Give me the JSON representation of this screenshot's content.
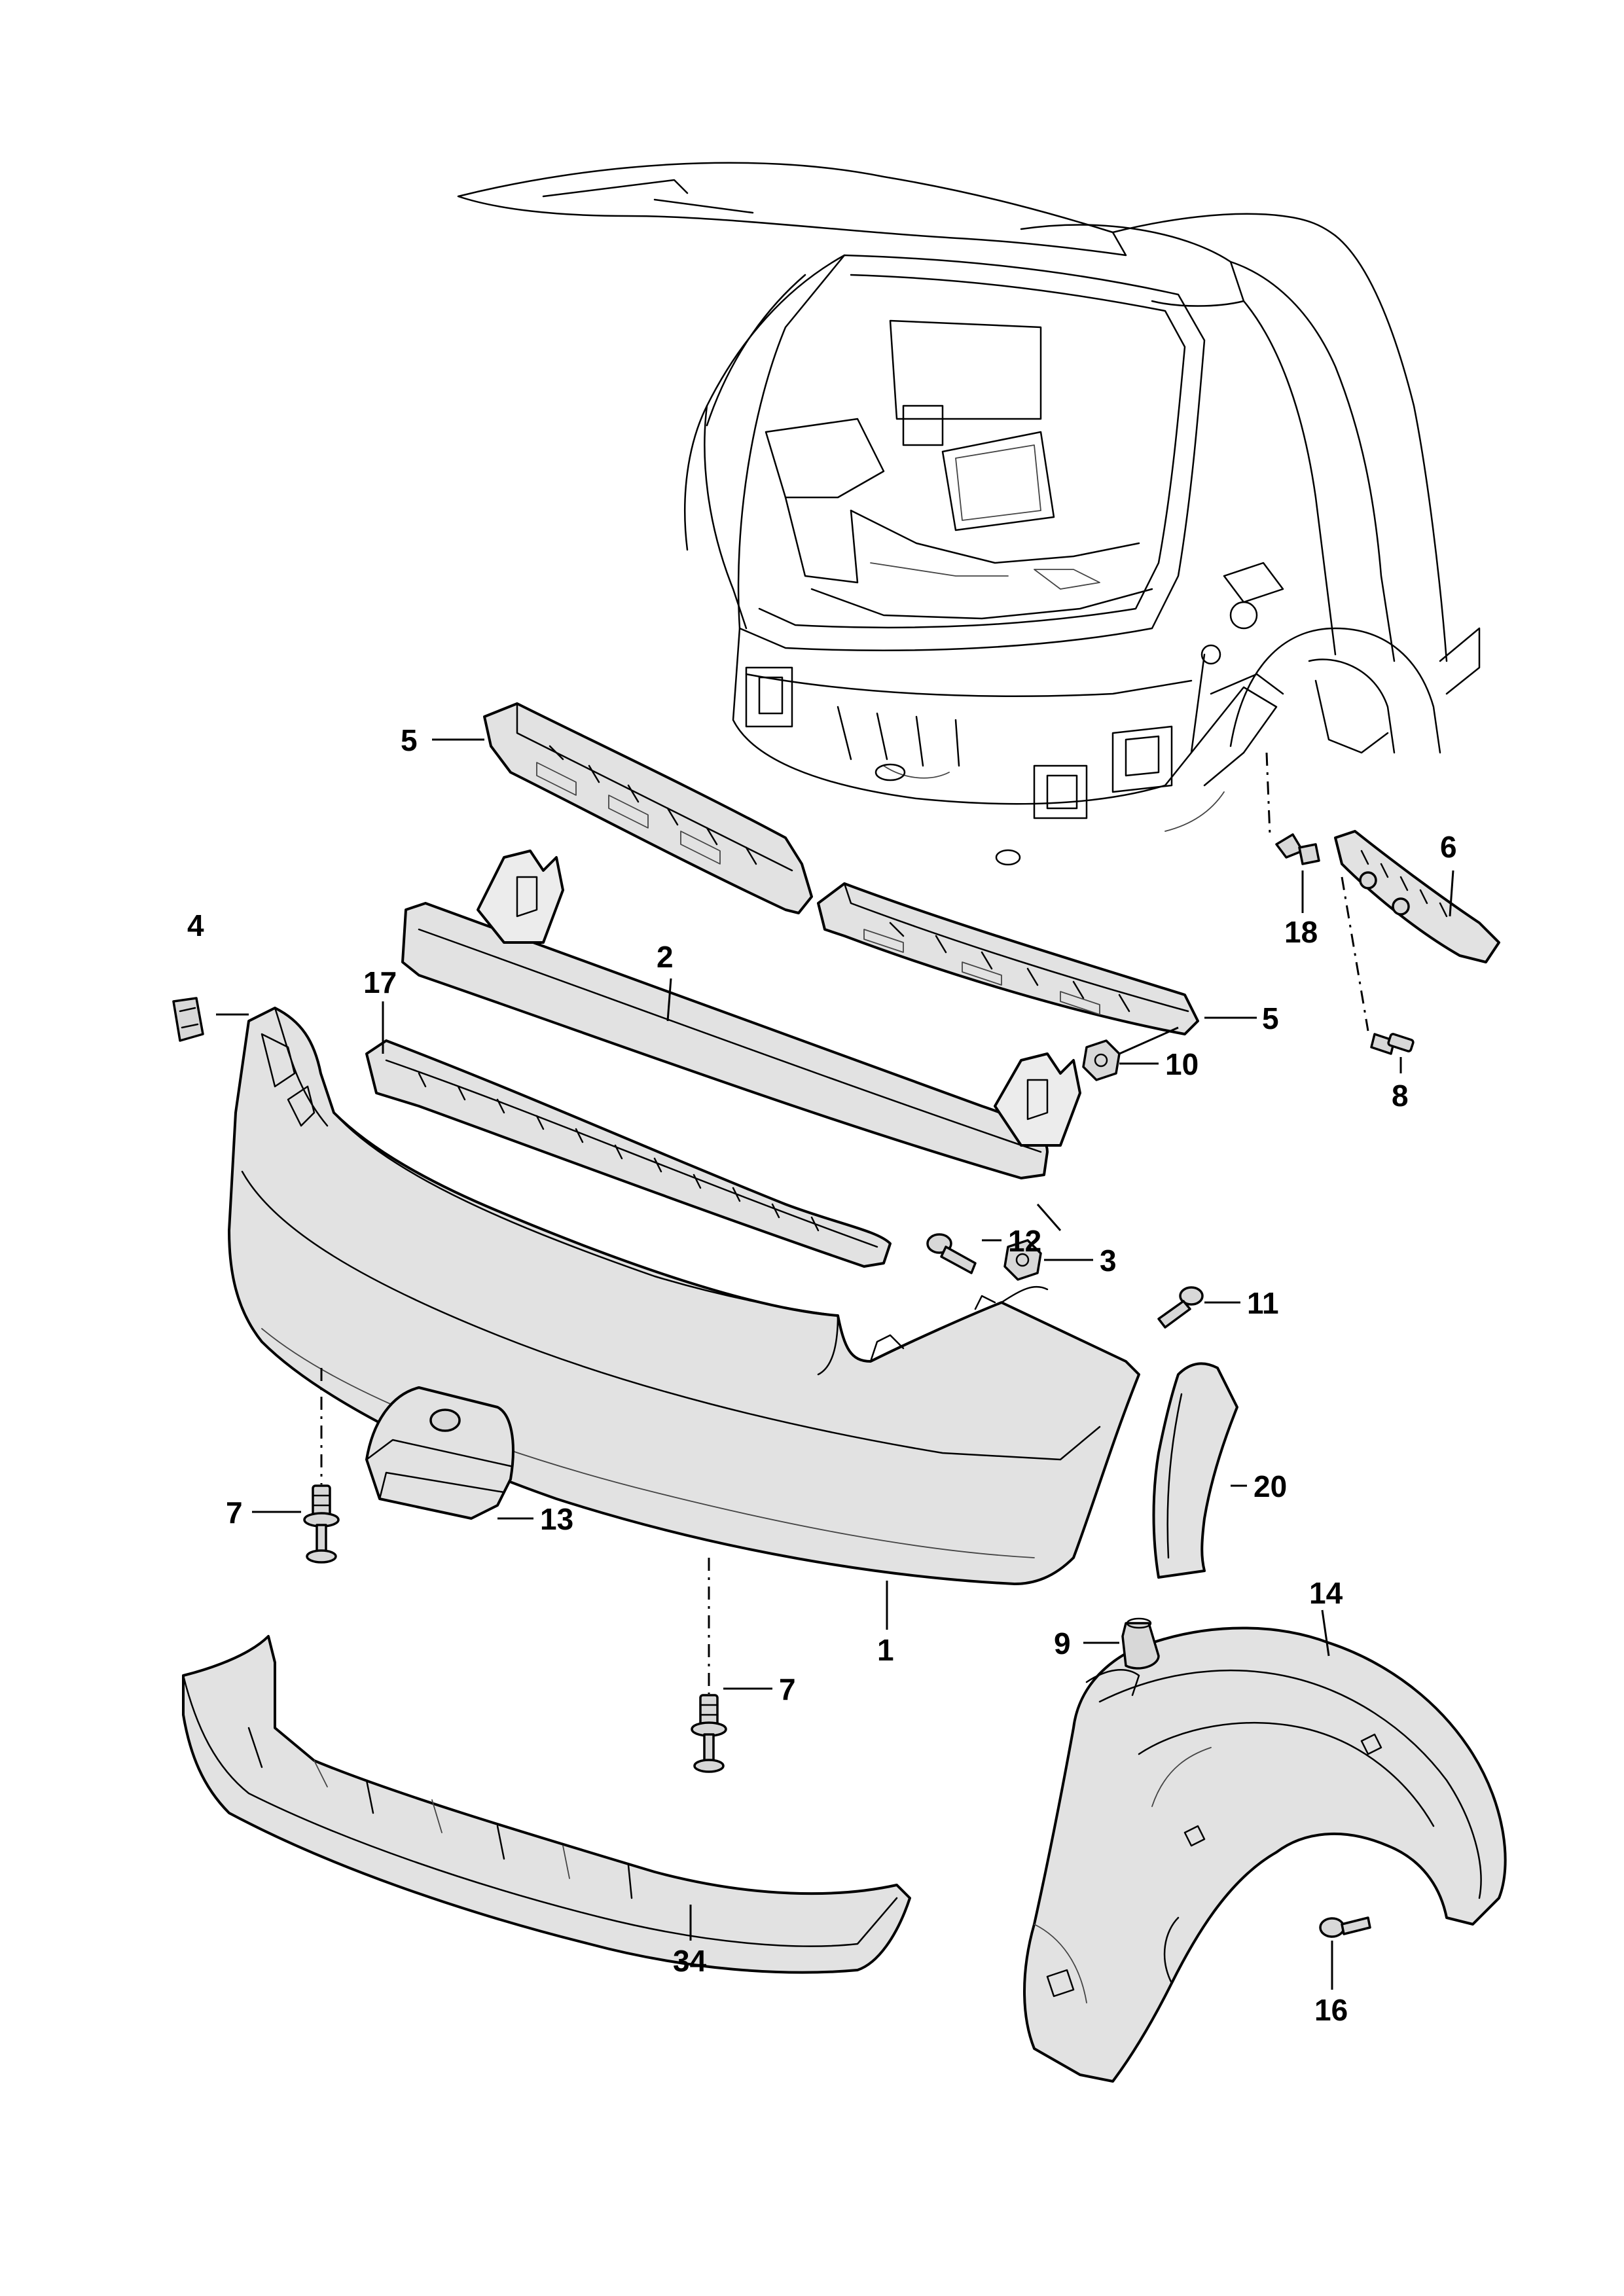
{
  "callouts": {
    "c1": "1",
    "c2": "2",
    "c3": "3",
    "c4": "4",
    "c5_upper": "5",
    "c5_lower": "5",
    "c6": "6",
    "c7_left": "7",
    "c7_right": "7",
    "c8": "8",
    "c9": "9",
    "c10": "10",
    "c11": "11",
    "c12": "12",
    "c13": "13",
    "c14": "14",
    "c16": "16",
    "c17": "17",
    "c18": "18",
    "c20": "20",
    "c34": "34"
  },
  "colors": {
    "line": "#000000",
    "part_fill": "#e2e2e2",
    "background": "#ffffff"
  }
}
